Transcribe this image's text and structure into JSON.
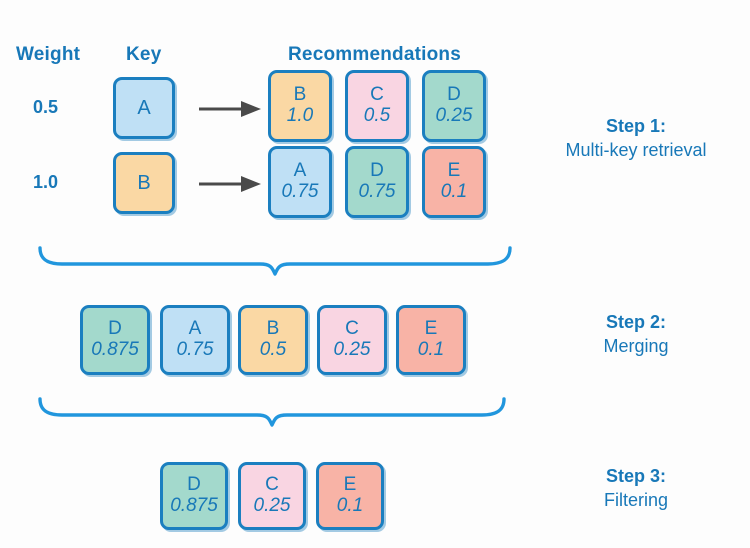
{
  "headers": {
    "weight": "Weight",
    "key": "Key",
    "recommendations": "Recommendations"
  },
  "colors": {
    "accent_blue": "#1878B8",
    "border_blue": "#1B7FC0",
    "arrow_gray": "#4A4A4A",
    "fill_blue": "#BFE0F5",
    "fill_orange": "#FAD8A4",
    "fill_pink": "#F9D5E2",
    "fill_teal": "#A3D9CC",
    "fill_salmon": "#F8B3A6",
    "background": "#FDFDFD"
  },
  "rows": [
    {
      "weight": "0.5",
      "key": {
        "id": "A",
        "fill": "blue"
      },
      "recommendations": [
        {
          "id": "B",
          "score": "1.0",
          "fill": "orange"
        },
        {
          "id": "C",
          "score": "0.5",
          "fill": "pink"
        },
        {
          "id": "D",
          "score": "0.25",
          "fill": "teal"
        }
      ]
    },
    {
      "weight": "1.0",
      "key": {
        "id": "B",
        "fill": "orange"
      },
      "recommendations": [
        {
          "id": "A",
          "score": "0.75",
          "fill": "blue"
        },
        {
          "id": "D",
          "score": "0.75",
          "fill": "teal"
        },
        {
          "id": "E",
          "score": "0.1",
          "fill": "salmon"
        }
      ]
    }
  ],
  "merged": [
    {
      "id": "D",
      "score": "0.875",
      "fill": "teal"
    },
    {
      "id": "A",
      "score": "0.75",
      "fill": "blue"
    },
    {
      "id": "B",
      "score": "0.5",
      "fill": "orange"
    },
    {
      "id": "C",
      "score": "0.25",
      "fill": "pink"
    },
    {
      "id": "E",
      "score": "0.1",
      "fill": "salmon"
    }
  ],
  "filtered": [
    {
      "id": "D",
      "score": "0.875",
      "fill": "teal"
    },
    {
      "id": "C",
      "score": "0.25",
      "fill": "pink"
    },
    {
      "id": "E",
      "score": "0.1",
      "fill": "salmon"
    }
  ],
  "steps": [
    {
      "title": "Step 1:",
      "subtitle": "Multi-key retrieval"
    },
    {
      "title": "Step 2:",
      "subtitle": "Merging"
    },
    {
      "title": "Step 3:",
      "subtitle": "Filtering"
    }
  ]
}
